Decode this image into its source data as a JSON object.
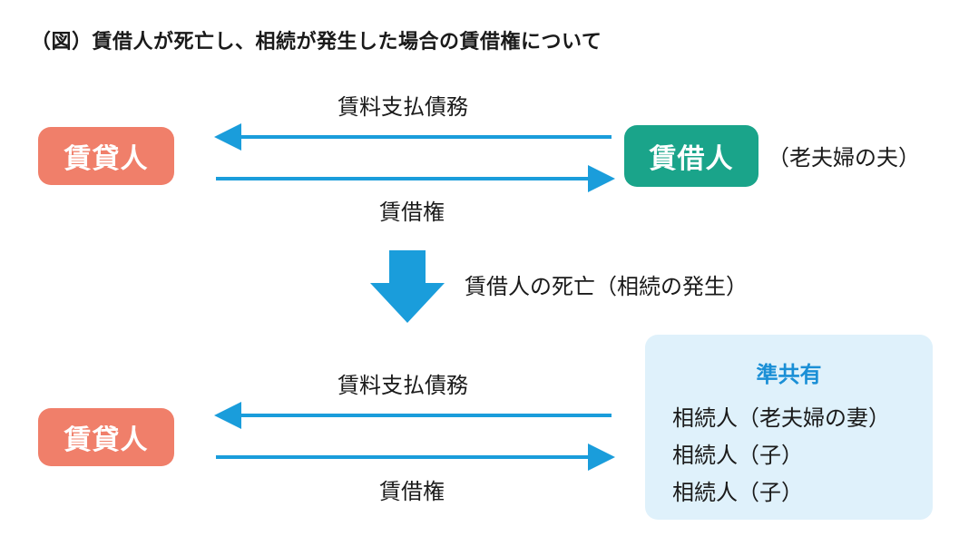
{
  "title": "（図）賃借人が死亡し、相続が発生した場合の賃借権について",
  "top": {
    "lender": "賃貸人",
    "borrower": "賃借人",
    "borrower_note": "（老夫婦の夫）",
    "obligation": "賃料支払債務",
    "right": "賃借権"
  },
  "transition": {
    "label": "賃借人の死亡（相続の発生）"
  },
  "bottom": {
    "lender": "賃貸人",
    "obligation": "賃料支払債務",
    "right": "賃借権",
    "coowner_title": "準共有",
    "heirs": [
      "相続人（老夫婦の妻）",
      "相続人（子）",
      "相続人（子）"
    ]
  },
  "colors": {
    "lender": "#f07f6a",
    "borrower": "#1aa48a",
    "arrow": "#1a9ddb",
    "coowner_bg": "#dff1fb",
    "coowner_title": "#1a8fd6"
  }
}
